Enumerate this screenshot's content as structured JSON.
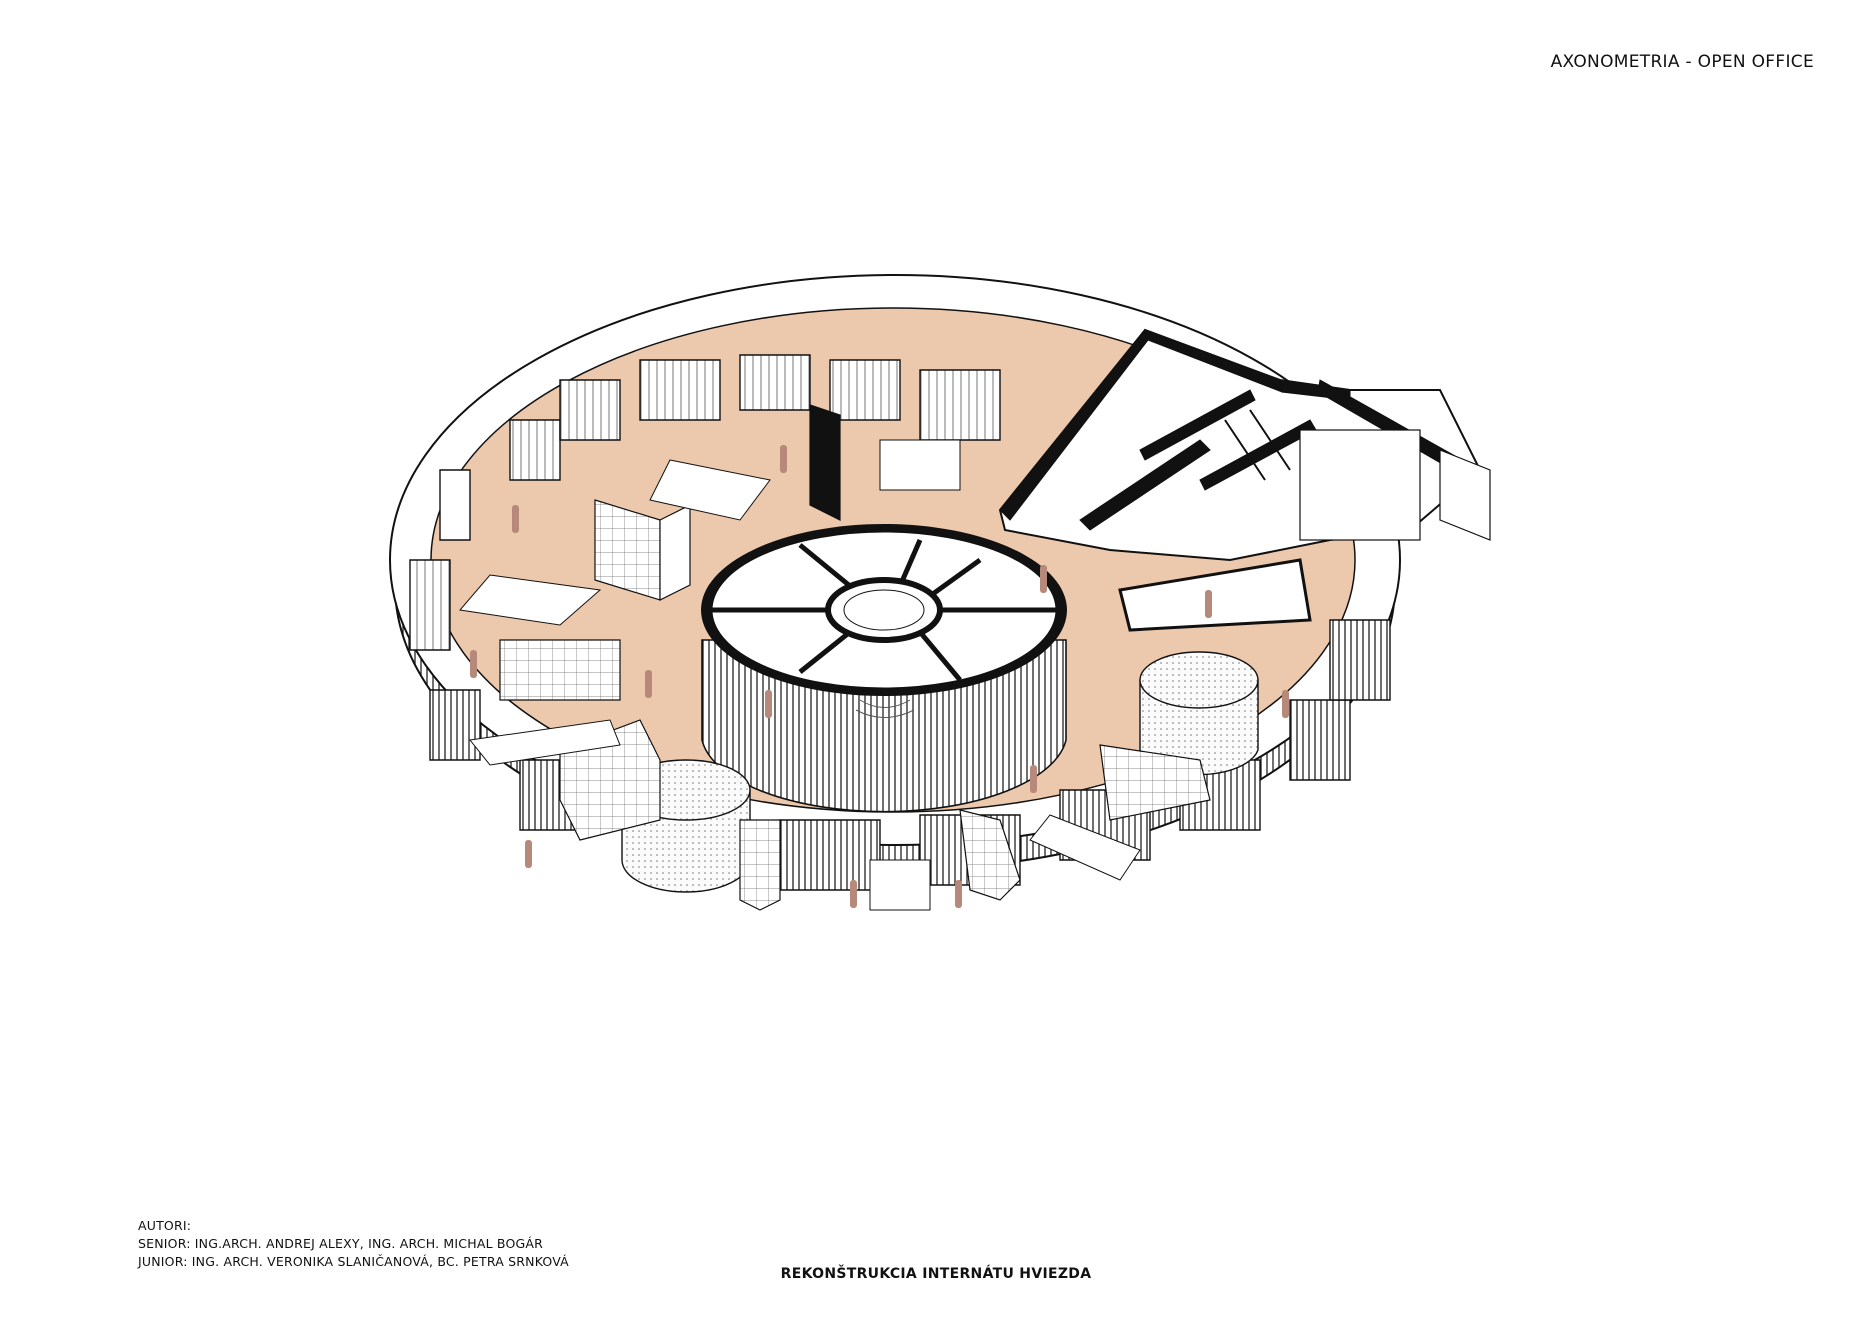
{
  "sheet": {
    "title": "AXONOMETRIA - OPEN OFFICE"
  },
  "credits": {
    "heading": "AUTORI:",
    "senior": "SENIOR: ING.ARCH. ANDREJ ALEXY, ING. ARCH. MICHAL BOGÁR",
    "junior": "JUNIOR: ING. ARCH. VERONIKA SLANIČANOVÁ, BC. PETRA SRNKOVÁ"
  },
  "project": {
    "title": "REKONŠTRUKCIA INTERNÁTU HVIEZDA"
  },
  "colors": {
    "floor": "#ecc9ad",
    "figure": "#b7897a",
    "line": "#111111",
    "background": "#ffffff"
  }
}
